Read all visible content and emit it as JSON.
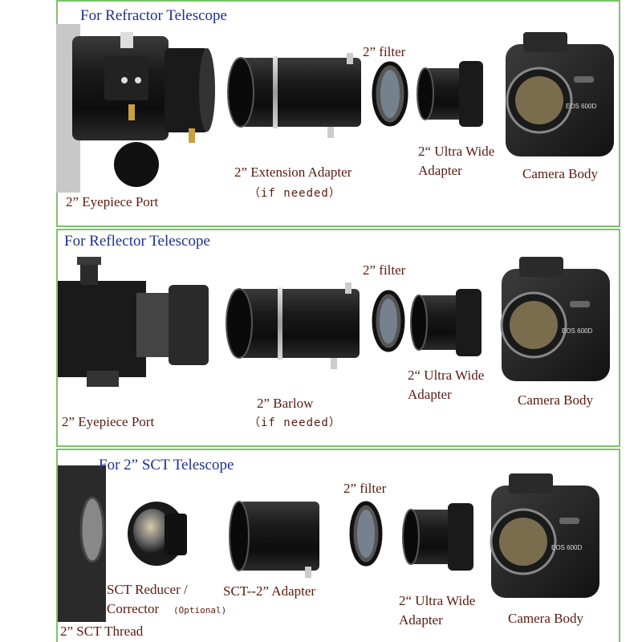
{
  "panels": [
    {
      "title": "For Refractor Telescope",
      "labels": {
        "eyepiece": "2” Eyepiece Port",
        "extension": "2” Extension Adapter",
        "extension_note": "（if needed）",
        "filter": "2” filter",
        "adapter": "2“ Ultra Wide",
        "adapter2": "Adapter",
        "camera": "Camera Body"
      }
    },
    {
      "title": "For Reflector  Telescope",
      "labels": {
        "eyepiece": "2” Eyepiece Port",
        "barlow": "2” Barlow",
        "barlow_note": "（if needed）",
        "filter": "2” filter",
        "adapter": "2“ Ultra Wide",
        "adapter2": "Adapter",
        "camera": "Camera Body"
      }
    },
    {
      "title": "For 2” SCT  Telescope",
      "labels": {
        "thread": "2” SCT Thread",
        "reducer": "SCT Reducer /",
        "reducer2": "Corrector",
        "reducer_note": "(Optional)",
        "sct_adapter": "SCT--2” Adapter",
        "filter": "2” filter",
        "adapter": "2“ Ultra Wide",
        "adapter2": "Adapter",
        "camera": "Camera Body"
      }
    }
  ],
  "camera_model": "EOS 600D",
  "colors": {
    "border": "#7cc36a",
    "title": "#1f2f8f",
    "label": "#5a1a10"
  }
}
